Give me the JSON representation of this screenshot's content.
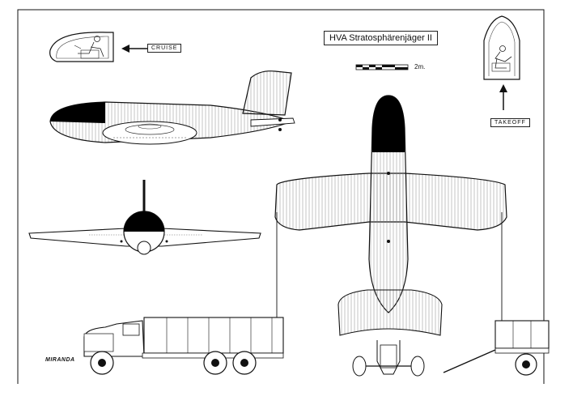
{
  "drawing": {
    "title": "HVA Stratosphärenjäger II",
    "labels": {
      "cruise": "CRUISE",
      "takeoff": "TAKEOFF",
      "scale": "2m."
    },
    "signature": "MIRANDA"
  }
}
